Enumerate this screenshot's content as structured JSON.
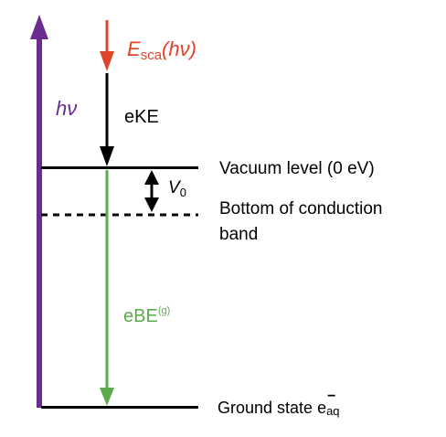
{
  "diagram": {
    "photon_label": "hν",
    "scattered_symbol": "E",
    "scattered_subscript": "sca",
    "scattered_arg": "(hν)",
    "ke_label": "eKE",
    "v0_symbol": "V",
    "v0_subscript": "0",
    "vacuum_label": "Vacuum level (0 eV)",
    "cb_label_line1": "Bottom of conduction",
    "cb_label_line2": "band",
    "be_label": "eBE",
    "be_superscript": "(g)",
    "ground_label": "Ground state e",
    "ground_subscript": "aq",
    "ground_superscript": "−"
  },
  "colors": {
    "photon": "#6B2C91",
    "scattered": "#E0442A",
    "binding": "#5DAA4E",
    "line": "#000000"
  }
}
